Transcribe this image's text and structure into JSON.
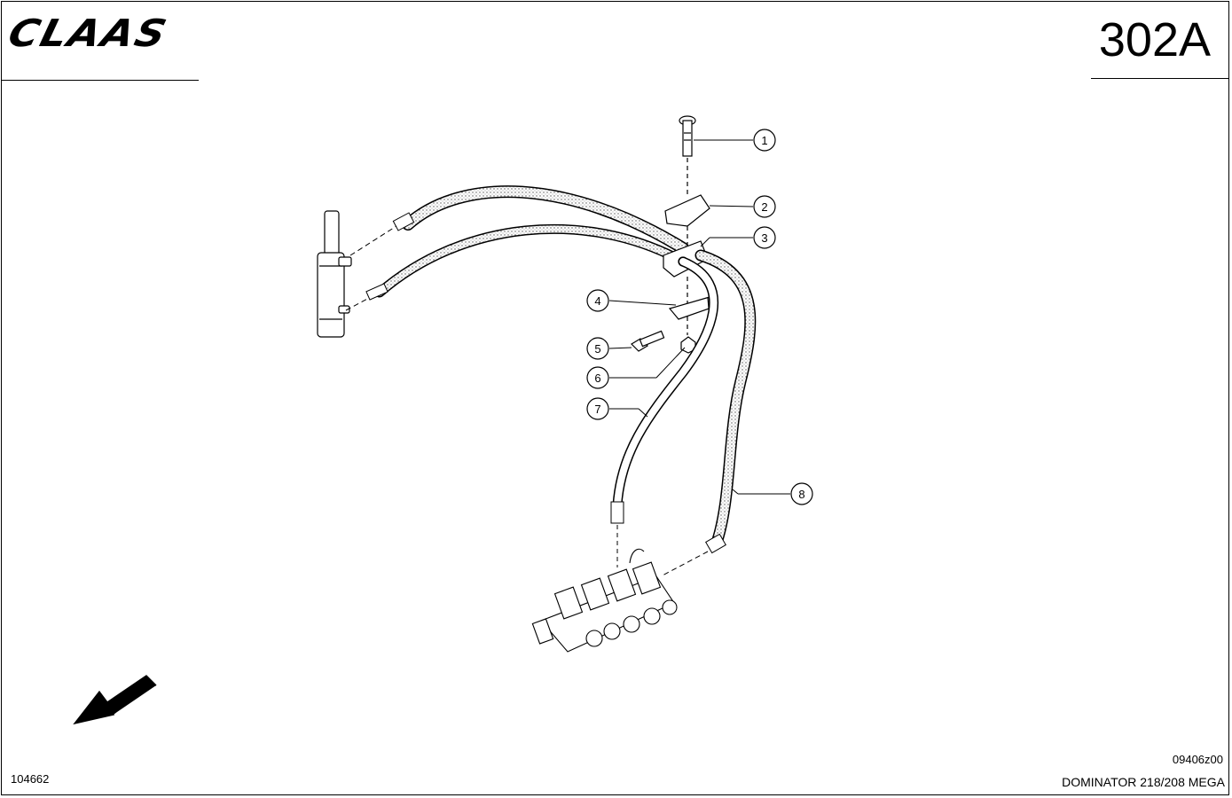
{
  "header": {
    "logo": "CLAAS",
    "page_number": "302A"
  },
  "footer": {
    "drawing_number": "104662",
    "reference_code": "09406z00",
    "model": "DOMINATOR 218/208 MEGA"
  },
  "callouts": [
    {
      "number": "1",
      "part": "bolt"
    },
    {
      "number": "2",
      "part": "clamp-half"
    },
    {
      "number": "3",
      "part": "clamp-block"
    },
    {
      "number": "4",
      "part": "bracket"
    },
    {
      "number": "5",
      "part": "screw"
    },
    {
      "number": "6",
      "part": "nut"
    },
    {
      "number": "7",
      "part": "hydraulic-line"
    },
    {
      "number": "8",
      "part": "hydraulic-hose"
    }
  ],
  "icons": {
    "direction": "arrow-down-left-icon"
  }
}
